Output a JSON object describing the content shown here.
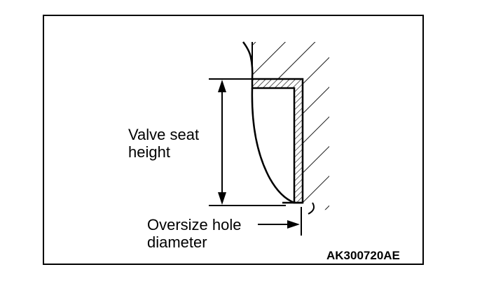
{
  "labels": {
    "valve_seat_height": [
      "Valve seat",
      "height"
    ],
    "oversize_hole_diameter": [
      "Oversize hole",
      "diameter"
    ]
  },
  "figure_code": "AK300720AE"
}
